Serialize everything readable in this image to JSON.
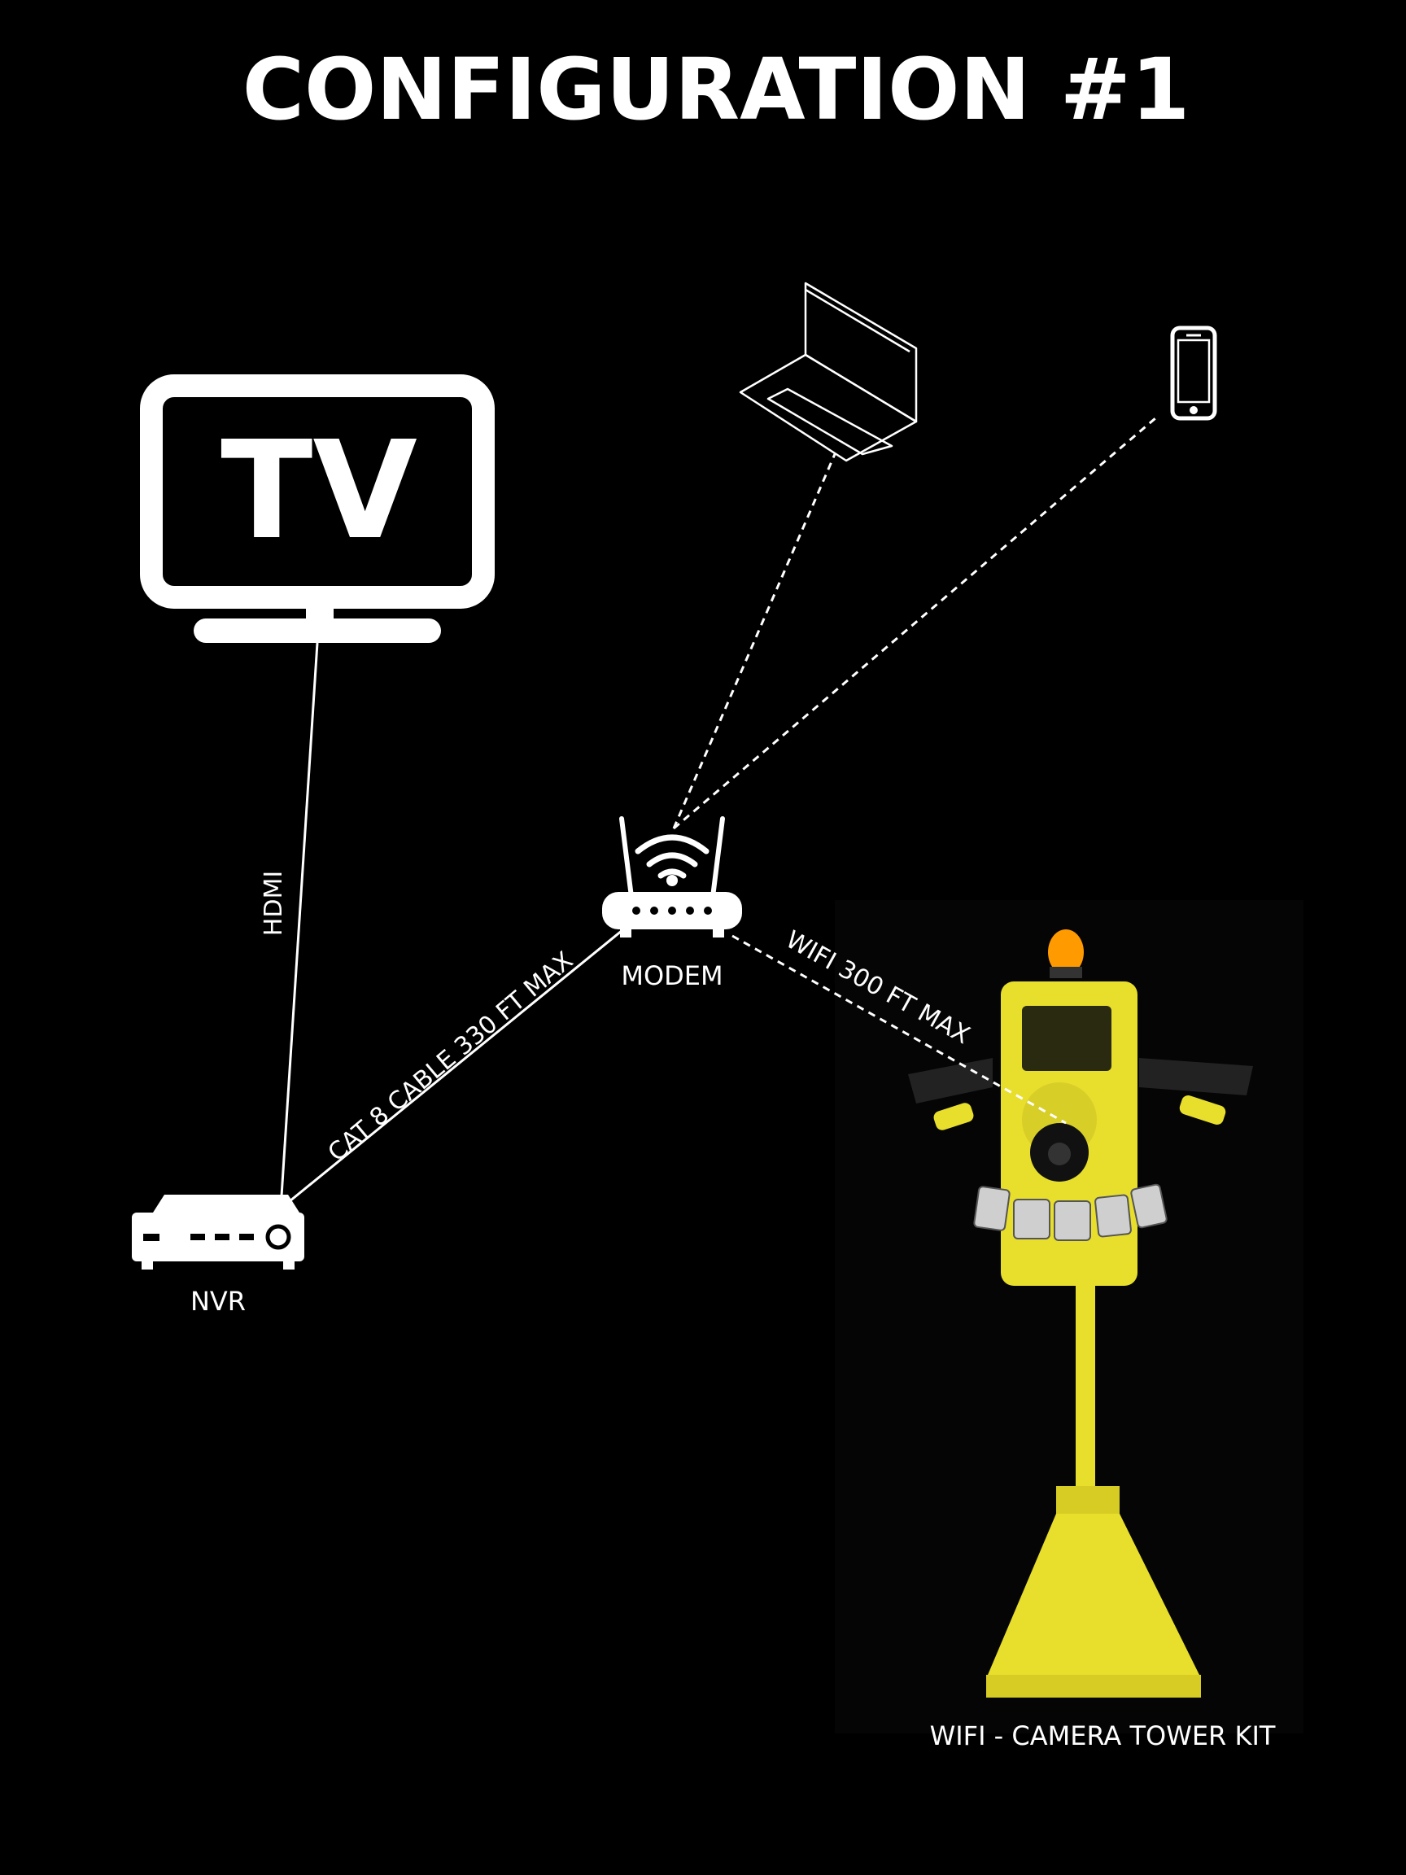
{
  "title": "CONFIGURATION #1",
  "devices": {
    "tv": {
      "icon": "tv-icon",
      "text": "TV"
    },
    "laptop": {
      "icon": "laptop-icon"
    },
    "phone": {
      "icon": "smartphone-icon"
    },
    "modem": {
      "icon": "wifi-router-icon",
      "label": "MODEM"
    },
    "nvr": {
      "icon": "nvr-recorder-icon",
      "label": "NVR"
    },
    "tower": {
      "icon": "camera-tower-photo",
      "label": "WIFI - CAMERA TOWER KIT"
    }
  },
  "connections": {
    "tv_nvr": {
      "label": "HDMI",
      "style": "solid"
    },
    "nvr_modem": {
      "label": "CAT 8 CABLE 330 FT MAX",
      "style": "solid"
    },
    "modem_tower": {
      "label": "WIFI 300 FT MAX",
      "style": "dashed"
    },
    "modem_laptop": {
      "style": "dashed"
    },
    "modem_phone": {
      "style": "dashed"
    }
  },
  "colors": {
    "background": "#000000",
    "foreground": "#ffffff",
    "tower": "#e8de2c"
  }
}
